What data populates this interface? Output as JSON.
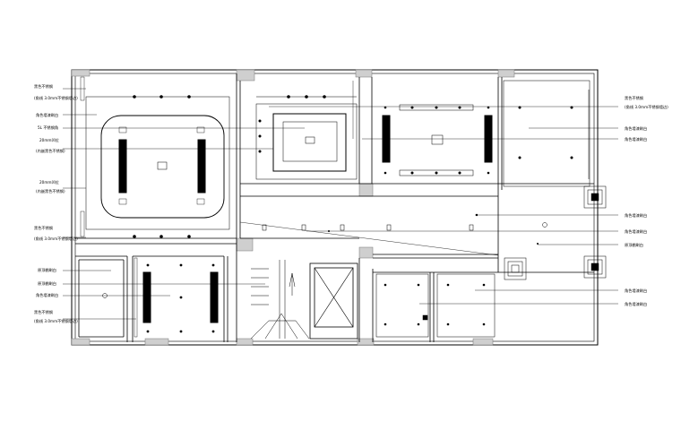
{
  "labels": {
    "left": [
      "黑色不锈钢",
      "(角线 3.0mm不锈钢墙边)",
      "角色墙漆刷白",
      "5L 不锈钢角",
      "20mm凹位",
      "(内嵌黑色不锈钢)",
      "20mm凹位",
      "(内嵌黑色不锈钢)",
      "黑色不锈钢",
      "(角线 3.0mm不锈钢墙边)",
      "原顶棚刷白",
      "原顶棚刷白",
      "角色墙漆刷白",
      "黑色不锈钢",
      "(角线 3.0mm不锈钢墙边)"
    ],
    "right": [
      "黑色不锈钢",
      "(角线 3.0mm不锈钢墙边)",
      "角色墙漆刷白",
      "角色墙漆刷白",
      "角色墙漆刷白",
      "角色墙漆刷白",
      "原顶棚刷白",
      "角色墙漆刷白",
      "角色墙漆刷白"
    ]
  }
}
